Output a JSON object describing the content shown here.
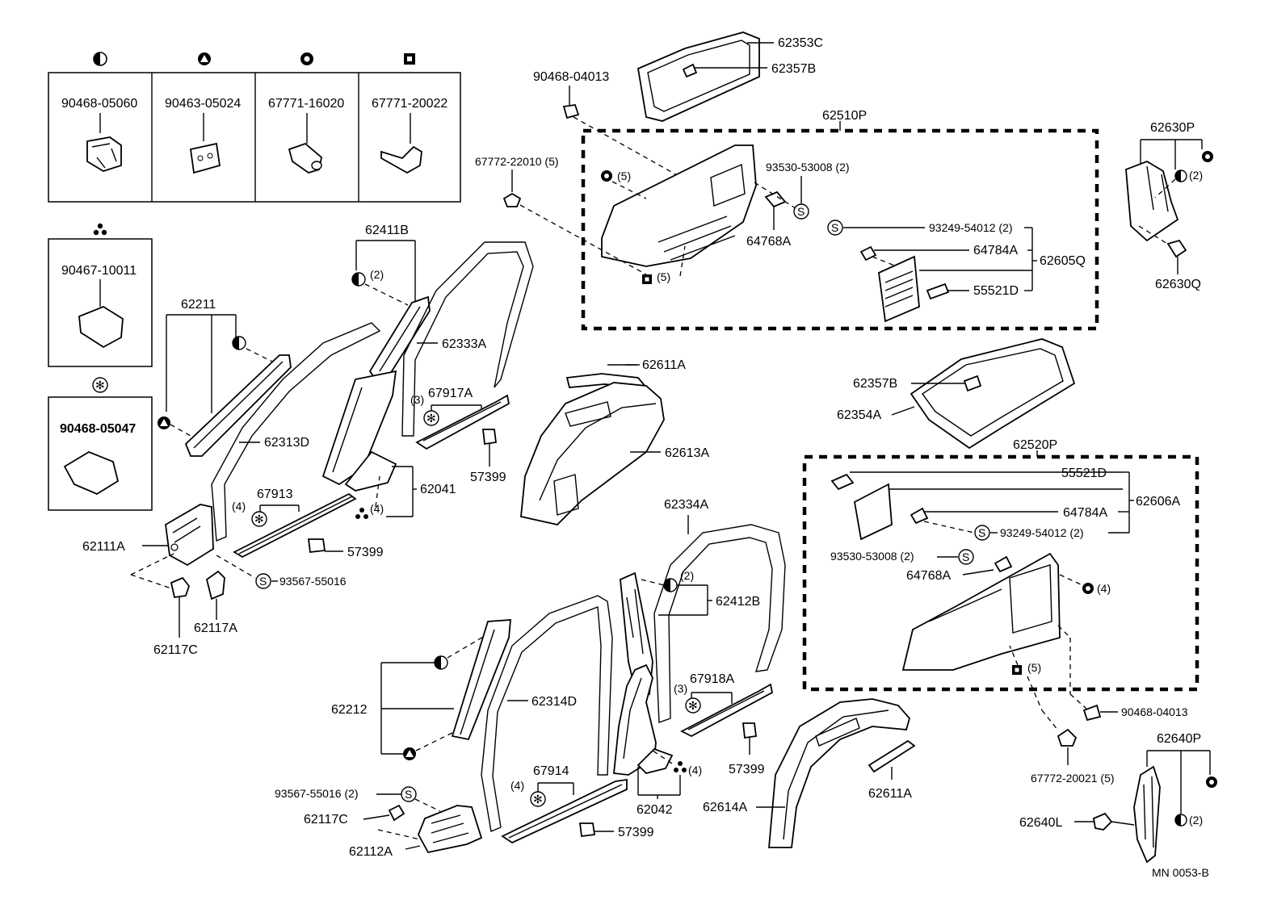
{
  "legend": {
    "symbols": [
      {
        "symbol": "half-circle-icon",
        "part": "90468-05060"
      },
      {
        "symbol": "triangle-icon",
        "part": "90463-05024"
      },
      {
        "symbol": "ring-icon",
        "part": "67771-16020"
      },
      {
        "symbol": "square-icon",
        "part": "67771-20022"
      }
    ],
    "three_dot_part": "90467-10011",
    "asterisk_part": "90468-05047"
  },
  "labels": {
    "l90468_04013_top": "90468-04013",
    "l62353C": "62353C",
    "l62357B_top": "62357B",
    "l62510P": "62510P",
    "l67772_22010": "67772-22010 (5)",
    "l93530_53008_top": "93530-53008 (2)",
    "l64768A_top": "64768A",
    "l93249_54012_top": "93249-54012 (2)",
    "l64784A_top": "64784A",
    "l62605Q": "62605Q",
    "l55521D_top": "55521D",
    "l62630P": "62630P",
    "l62630Q": "62630Q",
    "l62411B": "62411B",
    "l62211": "62211",
    "l62333A": "62333A",
    "l67917A": "67917A",
    "l62611A_top": "62611A",
    "l62313D": "62313D",
    "l62041": "62041",
    "l57399_a": "57399",
    "l62613A": "62613A",
    "l67913": "67913",
    "l62111A": "62111A",
    "l57399_b": "57399",
    "l93567_55016": "93567-55016",
    "l62117A": "62117A",
    "l62117C_a": "62117C",
    "l62357B_mid": "62357B",
    "l62354A": "62354A",
    "l62520P": "62520P",
    "l55521D_mid": "55521D",
    "l62606A": "62606A",
    "l64784A_mid": "64784A",
    "l93249_54012_mid": "93249-54012 (2)",
    "l93530_53008_mid": "93530-53008 (2)",
    "l64768A_mid": "64768A",
    "l62334A": "62334A",
    "l62412B": "62412B",
    "l62212": "62212",
    "l62314D": "62314D",
    "l67918A": "67918A",
    "l57399_c": "57399",
    "l90468_04013_mid": "90468-04013",
    "l67772_20021": "67772-20021 (5)",
    "l62640P": "62640P",
    "l62640L": "62640L",
    "l67914": "67914",
    "l62042": "62042",
    "l62614A": "62614A",
    "l62611A_bot": "62611A",
    "l93567_55016_2": "93567-55016 (2)",
    "l62117C_b": "62117C",
    "l62112A": "62112A",
    "l57399_d": "57399",
    "footer": "MN  0053-B"
  },
  "qty": {
    "q5_a": "(5)",
    "q5_b": "(5)",
    "q2_a": "(2)",
    "q2_b": "(2)",
    "q3_a": "(3)",
    "q4_a": "(4)",
    "q4_b": "(4)",
    "q2_c": "(2)",
    "q3_b": "(3)",
    "q4_c": "(4)",
    "q4_d": "(4)",
    "q4_e": "(4)",
    "q5_c": "(5)",
    "q2_d": "(2)"
  },
  "glyphs": {
    "s": "S",
    "asterisk": "✻"
  }
}
